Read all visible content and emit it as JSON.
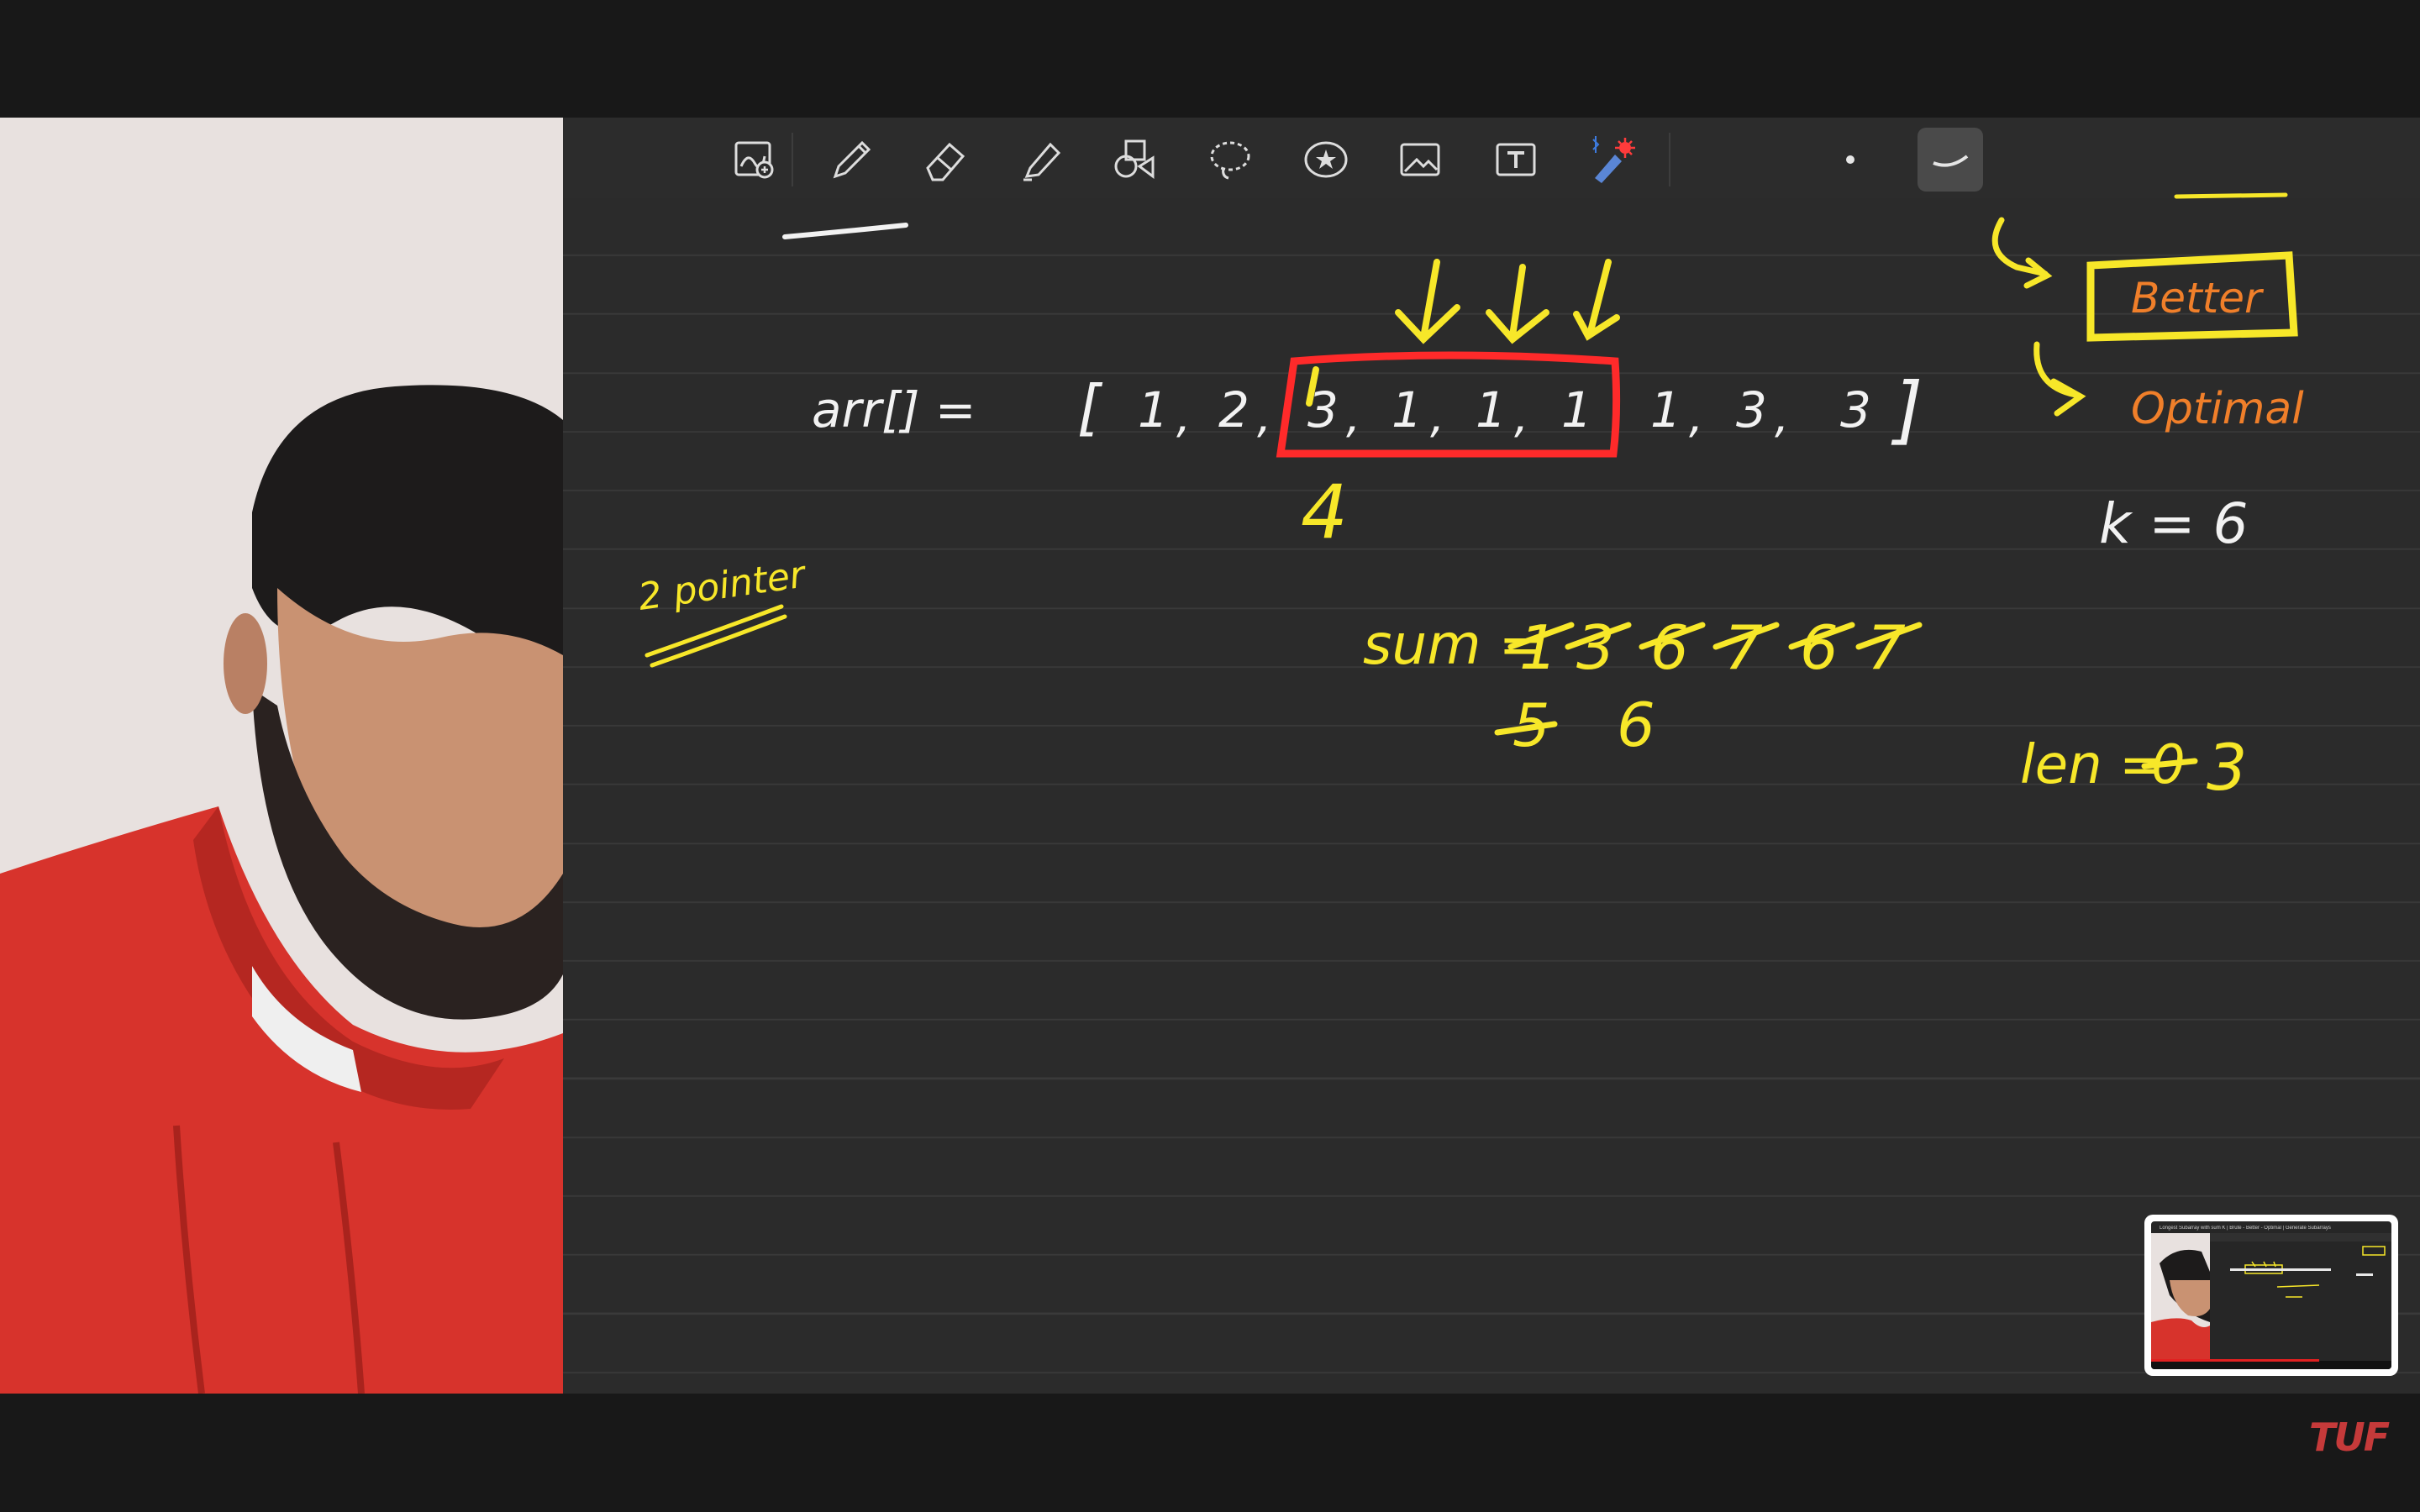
{
  "toolbar": {
    "tools": [
      {
        "name": "zoom-window-tool"
      },
      {
        "name": "pen-tool"
      },
      {
        "name": "eraser-tool"
      },
      {
        "name": "highlighter-tool"
      },
      {
        "name": "shapes-tool"
      },
      {
        "name": "lasso-tool"
      },
      {
        "name": "elements-tool"
      },
      {
        "name": "image-tool"
      },
      {
        "name": "text-tool"
      },
      {
        "name": "laser-pointer-tool"
      }
    ],
    "selected_pen_style": "curve-stroke"
  },
  "notes": {
    "array_label": "arr[] =",
    "array_open": "[",
    "array_values": [
      "1",
      "2",
      "3",
      "1",
      "1",
      "1",
      "1",
      "3",
      "3"
    ],
    "array_close": "]",
    "window_end_label": "4",
    "approach_better": "Better",
    "approach_optimal": "Optimal",
    "k_label": "k = 6",
    "two_pointer_label": "2 pointer",
    "sum_label": "sum =",
    "sum_struck_values": [
      "1",
      "3",
      "6",
      "7",
      "6",
      "7"
    ],
    "sum_second_row_struck": "5",
    "sum_current": "6",
    "len_label": "len =",
    "len_struck": "0",
    "len_value": "3"
  },
  "mini_player": {
    "title": "Longest Subarray with sum K | Brute - Better - Optimal | Generate Subarrays"
  },
  "brand": "TUF",
  "colors": {
    "ink_white": "#f2f2f2",
    "ink_yellow": "#f7e729",
    "ink_orange": "#f07f2a",
    "ink_red": "#ff2a2a",
    "hoodie": "#d7332c"
  }
}
